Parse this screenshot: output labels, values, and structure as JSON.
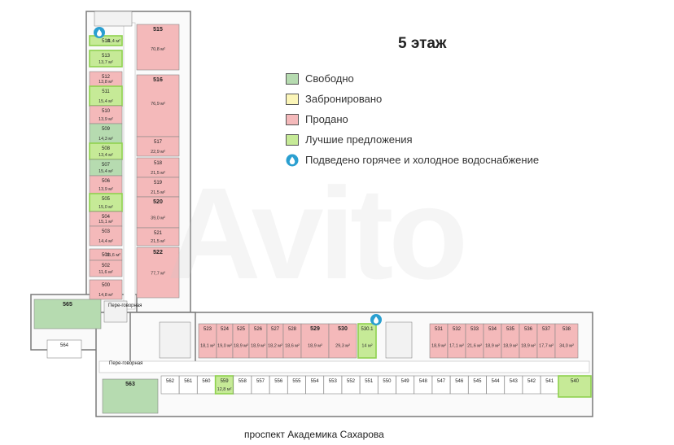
{
  "floor_title": "5 этаж",
  "street": "проспект Академика Сахарова",
  "watermark": "Avito",
  "colors": {
    "free": "#b6dbb0",
    "reserved": "#fbf5b8",
    "sold": "#f4b9ba",
    "best": "#c6ea97",
    "best_border": "#8fd14f",
    "water": "#2a9fd0",
    "wall": "#7a7a7a"
  },
  "legend": [
    {
      "label": "Свободно",
      "swatch": "free",
      "icon": "green-square-icon"
    },
    {
      "label": "Забронировано",
      "swatch": "reserved",
      "icon": "yellow-square-icon"
    },
    {
      "label": "Продано",
      "swatch": "sold",
      "icon": "pink-square-icon"
    },
    {
      "label": "Лучшие предложения",
      "swatch": "best",
      "icon": "lightgreen-square-icon"
    },
    {
      "label": "Подведено горячее и холодное водоснабжение",
      "swatch": "water",
      "icon": "water-drop-icon"
    }
  ],
  "misc_labels": {
    "stair_1": "Пере-говорная",
    "stair_2": "Пере-говорная"
  },
  "rooms": [
    {
      "id": "514",
      "area": "11,4 м²",
      "status": "best"
    },
    {
      "id": "513",
      "area": "13,7 м²",
      "status": "best"
    },
    {
      "id": "512",
      "area": "13,8 м²",
      "status": "sold"
    },
    {
      "id": "511",
      "area": "15,4 м²",
      "status": "best"
    },
    {
      "id": "510",
      "area": "13,9 м²",
      "status": "sold"
    },
    {
      "id": "509",
      "area": "14,3 м²",
      "status": "free"
    },
    {
      "id": "508",
      "area": "13,4 м²",
      "status": "best"
    },
    {
      "id": "507",
      "area": "15,4 м²",
      "status": "free"
    },
    {
      "id": "506",
      "area": "13,9 м²",
      "status": "sold"
    },
    {
      "id": "505",
      "area": "15,0 м²",
      "status": "best"
    },
    {
      "id": "504",
      "area": "15,1 м²",
      "status": "sold"
    },
    {
      "id": "503",
      "area": "14,4 м²",
      "status": "sold"
    },
    {
      "id": "501",
      "area": "15,6 м²",
      "status": "sold"
    },
    {
      "id": "502",
      "area": "11,6 м²",
      "status": "sold"
    },
    {
      "id": "500",
      "area": "14,8 м²",
      "status": "sold"
    },
    {
      "id": "515",
      "area": "70,8 м²",
      "status": "sold"
    },
    {
      "id": "516",
      "area": "76,9 м²",
      "status": "sold"
    },
    {
      "id": "517",
      "area": "22,9 м²",
      "status": "sold"
    },
    {
      "id": "518",
      "area": "21,5 м²",
      "status": "sold"
    },
    {
      "id": "519",
      "area": "21,5 м²",
      "status": "sold"
    },
    {
      "id": "520",
      "area": "39,0 м²",
      "status": "sold"
    },
    {
      "id": "521",
      "area": "21,5 м²",
      "status": "sold"
    },
    {
      "id": "522",
      "area": "77,7 м²",
      "status": "sold"
    },
    {
      "id": "565",
      "area": "",
      "status": "free"
    },
    {
      "id": "564",
      "area": "",
      "status": "none"
    },
    {
      "id": "563",
      "area": "",
      "status": "free"
    },
    {
      "id": "523",
      "area": "18,1 м²",
      "status": "sold"
    },
    {
      "id": "524",
      "area": "19,0 м²",
      "status": "sold"
    },
    {
      "id": "525",
      "area": "18,9 м²",
      "status": "sold"
    },
    {
      "id": "526",
      "area": "18,9 м²",
      "status": "sold"
    },
    {
      "id": "527",
      "area": "18,2 м²",
      "status": "sold"
    },
    {
      "id": "528",
      "area": "18,6 м²",
      "status": "sold"
    },
    {
      "id": "529",
      "area": "18,9 м²",
      "status": "sold"
    },
    {
      "id": "530",
      "area": "29,3 м²",
      "status": "sold"
    },
    {
      "id": "530.1",
      "area": "14 м²",
      "status": "best"
    },
    {
      "id": "531",
      "area": "18,9 м²",
      "status": "sold"
    },
    {
      "id": "532",
      "area": "17,1 м²",
      "status": "sold"
    },
    {
      "id": "533",
      "area": "21,6 м²",
      "status": "sold"
    },
    {
      "id": "534",
      "area": "18,9 м²",
      "status": "sold"
    },
    {
      "id": "535",
      "area": "18,9 м²",
      "status": "sold"
    },
    {
      "id": "536",
      "area": "18,9 м²",
      "status": "sold"
    },
    {
      "id": "537",
      "area": "17,7 м²",
      "status": "sold"
    },
    {
      "id": "538",
      "area": "34,0 м²",
      "status": "sold"
    },
    {
      "id": "562",
      "area": "",
      "status": "none"
    },
    {
      "id": "561",
      "area": "",
      "status": "none"
    },
    {
      "id": "560",
      "area": "",
      "status": "none"
    },
    {
      "id": "559",
      "area": "12,8 м²",
      "status": "best"
    },
    {
      "id": "558",
      "area": "",
      "status": "none"
    },
    {
      "id": "557",
      "area": "",
      "status": "none"
    },
    {
      "id": "556",
      "area": "",
      "status": "none"
    },
    {
      "id": "555",
      "area": "",
      "status": "none"
    },
    {
      "id": "554",
      "area": "",
      "status": "none"
    },
    {
      "id": "553",
      "area": "",
      "status": "none"
    },
    {
      "id": "552",
      "area": "",
      "status": "none"
    },
    {
      "id": "551",
      "area": "",
      "status": "none"
    },
    {
      "id": "550",
      "area": "",
      "status": "none"
    },
    {
      "id": "549",
      "area": "",
      "status": "none"
    },
    {
      "id": "548",
      "area": "",
      "status": "none"
    },
    {
      "id": "547",
      "area": "",
      "status": "none"
    },
    {
      "id": "546",
      "area": "",
      "status": "none"
    },
    {
      "id": "545",
      "area": "",
      "status": "none"
    },
    {
      "id": "544",
      "area": "",
      "status": "none"
    },
    {
      "id": "543",
      "area": "",
      "status": "none"
    },
    {
      "id": "542",
      "area": "",
      "status": "none"
    },
    {
      "id": "541",
      "area": "",
      "status": "none"
    },
    {
      "id": "540",
      "area": "",
      "status": "best"
    }
  ]
}
